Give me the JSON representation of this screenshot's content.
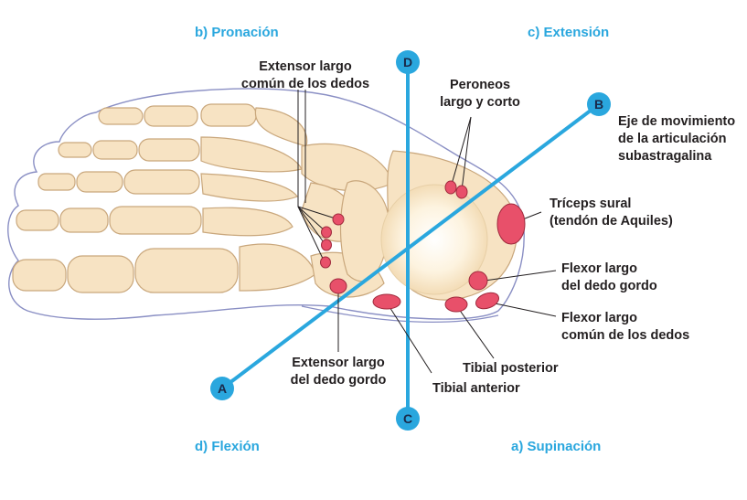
{
  "movements": {
    "pronation": "b) Pronación",
    "extension": "c) Extensión",
    "flexion": "d) Flexión",
    "supination": "a) Supinación"
  },
  "axis_markers": {
    "a": "A",
    "b": "B",
    "c": "C",
    "d": "D"
  },
  "labels": {
    "ext_comun_1": "Extensor largo",
    "ext_comun_2": "común de los dedos",
    "peroneos_1": "Peroneos",
    "peroneos_2": "largo y corto",
    "eje_1": "Eje de movimiento",
    "eje_2": "de la articulación",
    "eje_3": "subastragalina",
    "triceps_1": "Tríceps sural",
    "triceps_2": "(tendón de Aquiles)",
    "flexor_gordo_1": "Flexor largo",
    "flexor_gordo_2": "del dedo gordo",
    "flexor_comun_1": "Flexor largo",
    "flexor_comun_2": "común de los dedos",
    "tibial_post": "Tibial posterior",
    "tibial_ant": "Tibial anterior",
    "ext_gordo_1": "Extensor largo",
    "ext_gordo_2": "del dedo gordo"
  },
  "colors": {
    "axis": "#2aa7de",
    "tendon": "#e8506a",
    "bone": "#f7e3c3",
    "bone_outline": "#c9a77c",
    "skin_outline": "#8a8fc4",
    "text": "#231f20"
  }
}
